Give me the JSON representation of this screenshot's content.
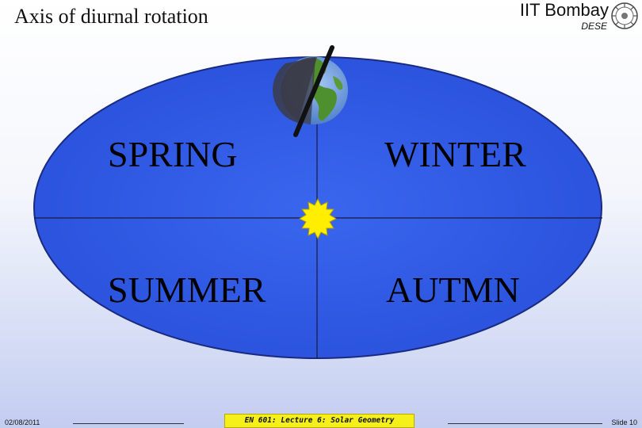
{
  "header": {
    "title": "Axis of diurnal rotation",
    "organization": "IIT Bombay",
    "department": "DESE"
  },
  "seasons": {
    "spring": "SPRING",
    "winter": "WINTER",
    "summer": "SUMMER",
    "autumn": "AUTMN"
  },
  "footer": {
    "date": "02/08/2011",
    "course": "EN 601: Lecture 6: Solar Geometry",
    "slide": "Slide 10"
  },
  "colors": {
    "orbit_fill": "#2f5be6",
    "sun": "#ffee00",
    "course_badge": "#f5ef1a"
  },
  "icons": {
    "logo": "iit-bombay-logo-icon",
    "sun": "sun-icon",
    "earth": "earth-globe-icon"
  }
}
